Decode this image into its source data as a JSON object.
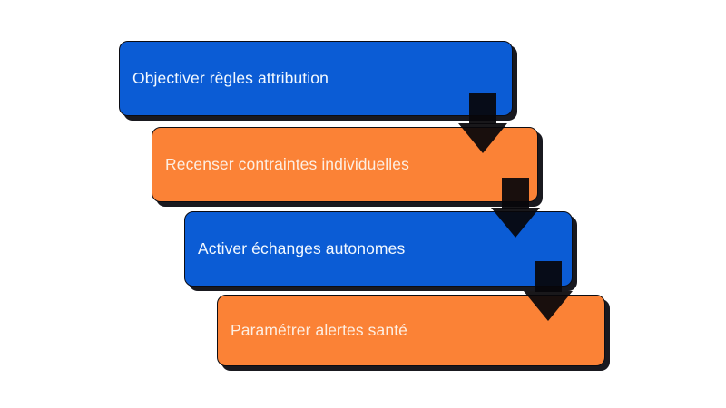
{
  "diagram": {
    "type": "vertical-process-flow",
    "title": "",
    "background_color": "#ffffff",
    "palette": {
      "blue": "#0b5cd5",
      "orange": "#fb8236",
      "outline": "#0c0c12",
      "shadow": "#05050c",
      "blue_text": "#f3f9ff",
      "orange_text": "#fdeee2",
      "arrow": "#08060a"
    },
    "steps": [
      {
        "order": 1,
        "label": "Objectiver règles attribution",
        "color": "blue"
      },
      {
        "order": 2,
        "label": "Recenser contraintes individuelles",
        "color": "orange"
      },
      {
        "order": 3,
        "label": "Activer échanges autonomes",
        "color": "blue"
      },
      {
        "order": 4,
        "label": "Paramétrer alertes santé",
        "color": "orange"
      }
    ],
    "connectors": [
      {
        "from": 1,
        "to": 2,
        "icon": "arrow-down-icon"
      },
      {
        "from": 2,
        "to": 3,
        "icon": "arrow-down-icon"
      },
      {
        "from": 3,
        "to": 4,
        "icon": "arrow-down-icon"
      }
    ]
  }
}
